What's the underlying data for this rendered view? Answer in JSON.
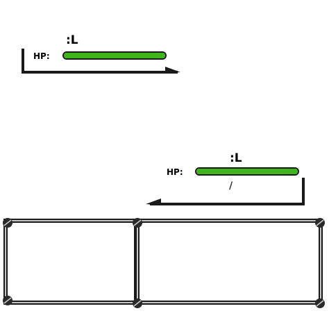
{
  "enemy": {
    "level": ":L",
    "hp_label": "HP:",
    "hp_fraction": 1.0
  },
  "player": {
    "level": ":L",
    "hp_label": "HP:",
    "hp_fraction": 1.0,
    "hp_numbers": "/"
  },
  "colors": {
    "hp_bar": "#3fb51c",
    "frame": "#1a1a1a"
  }
}
